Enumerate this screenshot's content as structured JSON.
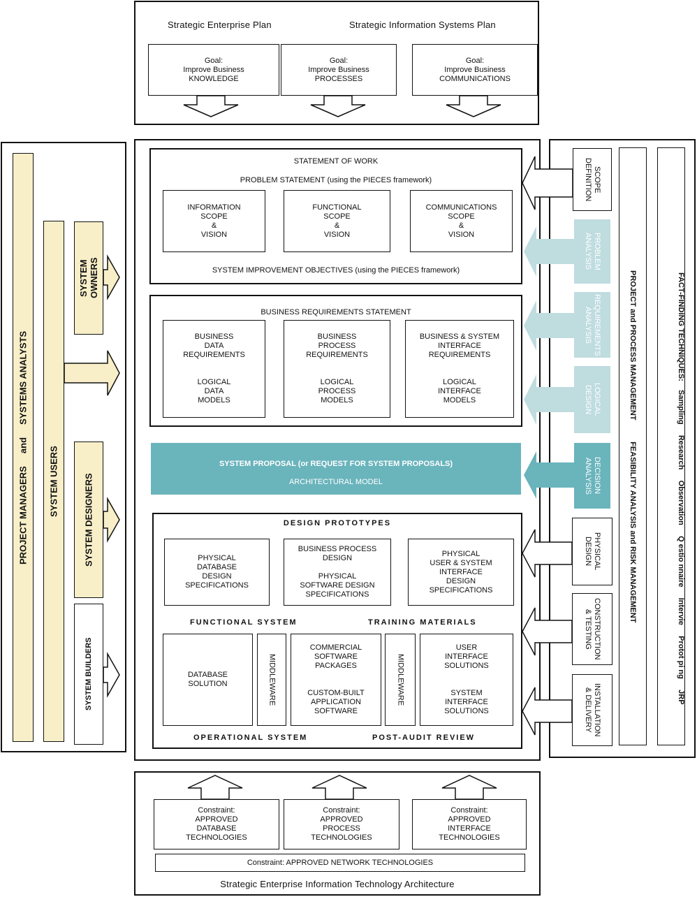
{
  "top": {
    "left_title": "Strategic Enterprise Plan",
    "right_title": "Strategic Information Systems Plan",
    "goals": [
      "Goal:\nImprove Business\nKNOWLEDGE",
      "Goal:\nImprove Business\nPROCESSES",
      "Goal:\nImprove Business\nCOMMUNICATIONS"
    ]
  },
  "left_panel": {
    "analysts": "PROJECT MANAGERS     and     SYSTEMS ANALYSTS",
    "users": "SYSTEM USERS",
    "owners": "SYSTEM\nOWNERS",
    "designers": "SYSTEM DESIGNERS",
    "builders": "SYSTEM BUILDERS"
  },
  "sow": {
    "title": "STATEMENT OF WORK",
    "problem": "PROBLEM STATEMENT (using the PIECES framework)",
    "boxes": [
      "INFORMATION\nSCOPE\n&\nVISION",
      "FUNCTIONAL\nSCOPE\n&\nVISION",
      "COMMUNICATIONS\nSCOPE\n&\nVISION"
    ],
    "objectives": "SYSTEM IMPROVEMENT OBJECTIVES (using the PIECES framework)"
  },
  "brs": {
    "title": "BUSINESS REQUIREMENTS STATEMENT",
    "boxes": [
      "BUSINESS\nDATA\nREQUIREMENTS\n\n\nLOGICAL\nDATA\nMODELS",
      "BUSINESS\nPROCESS\nREQUIREMENTS\n\n\nLOGICAL\nPROCESS\nMODELS",
      "BUSINESS & SYSTEM\nINTERFACE\nREQUIREMENTS\n\n\nLOGICAL\nINTERFACE\nMODELS"
    ]
  },
  "proposal": {
    "title": "SYSTEM PROPOSAL  (or  REQUEST FOR SYSTEM PROPOSALS)",
    "subtitle": "ARCHITECTURAL MODEL"
  },
  "design": {
    "title": "DESIGN PROTOTYPES",
    "boxes": [
      "PHYSICAL\nDATABASE\nDESIGN\nSPECIFICATIONS",
      "BUSINESS PROCESS\nDESIGN\n\nPHYSICAL\nSOFTWARE DESIGN\nSPECIFICATIONS",
      "PHYSICAL\nUSER & SYSTEM\nINTERFACE\nDESIGN\nSPECIFICATIONS"
    ],
    "functional": "FUNCTIONAL SYSTEM",
    "training": "TRAINING MATERIALS",
    "db_solution": "DATABASE\nSOLUTION",
    "middleware1": "MIDDLEWARE",
    "commercial": "COMMERCIAL\nSOFTWARE\nPACKAGES\n\n\nCUSTOM-BUILT\nAPPLICATION\nSOFTWARE",
    "middleware2": "MIDDLEWARE",
    "ui_solutions": "USER\nINTERFACE\nSOLUTIONS\n\n\nSYSTEM\nINTERFACE\nSOLUTIONS",
    "operational": "OPERATIONAL SYSTEM",
    "post_audit": "POST-AUDIT REVIEW"
  },
  "phases": {
    "scope": "SCOPE\nDEFINITION",
    "problem": "PROBLEM\nANALYSIS",
    "requirements": "REQUIREMENTS\nANALYSIS",
    "logical": "LOGICAL\nDESIGN",
    "decision": "DECISION\nANALYSIS",
    "physical": "PHYSICAL\nDESIGN",
    "construction": "CONSTRUCTION\n& TESTING",
    "installation": "INSTALLATION\n& DELIVERY"
  },
  "management": {
    "text": "PROJECT and PROCESS MANAGEMENT          FEASIBILITY ANALYSIS and RISK MANAGEMENT"
  },
  "fact_finding": {
    "text": "FACT-FINDING TECHNIQUES:    Sampling     Research     Observation     Q estio nnaire     Intervie     Protot pi ng     JRP"
  },
  "bottom": {
    "constraints": [
      "Constraint:\nAPPROVED\nDATABASE\nTECHNOLOGIES",
      "Constraint:\nAPPROVED\nPROCESS\nTECHNOLOGIES",
      "Constraint:\nAPPROVED\nINTERFACE\nTECHNOLOGIES"
    ],
    "network": "Constraint: APPROVED NETWORK TECHNOLOGIES",
    "caption": "Strategic Enterprise Information Technology Architecture"
  },
  "colors": {
    "cream": "#f8efc9",
    "light_teal": "#bfdcdf",
    "teal": "#6ab4bc",
    "teal_text": "#ffffff"
  }
}
